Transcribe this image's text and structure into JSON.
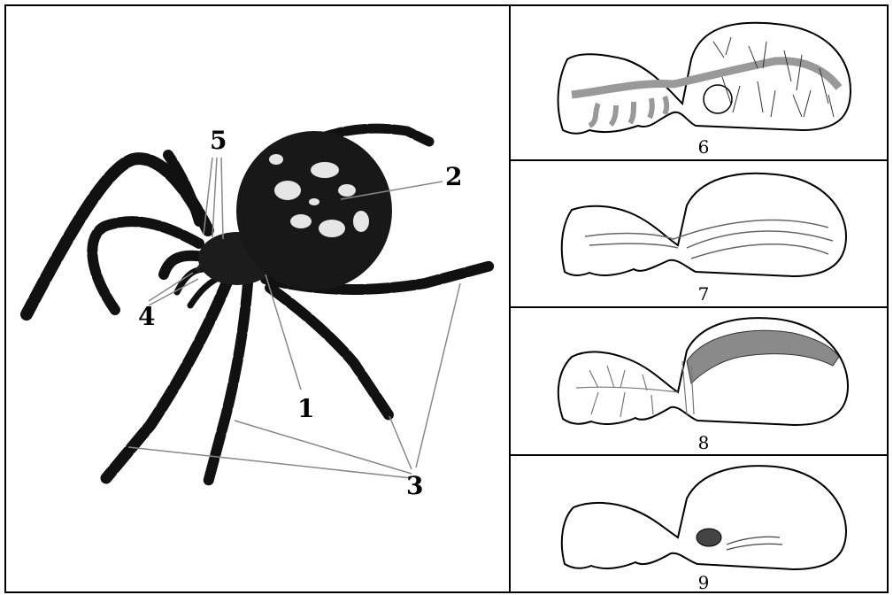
{
  "left_panel": {
    "labels": [
      "1",
      "2",
      "3",
      "4",
      "5"
    ]
  },
  "right_panels": [
    {
      "number": "6"
    },
    {
      "number": "7"
    },
    {
      "number": "8"
    },
    {
      "number": "9"
    }
  ],
  "colors": {
    "ink": "#000000",
    "leader_line": "#888888",
    "organ_gray": "#9a9a9a"
  }
}
